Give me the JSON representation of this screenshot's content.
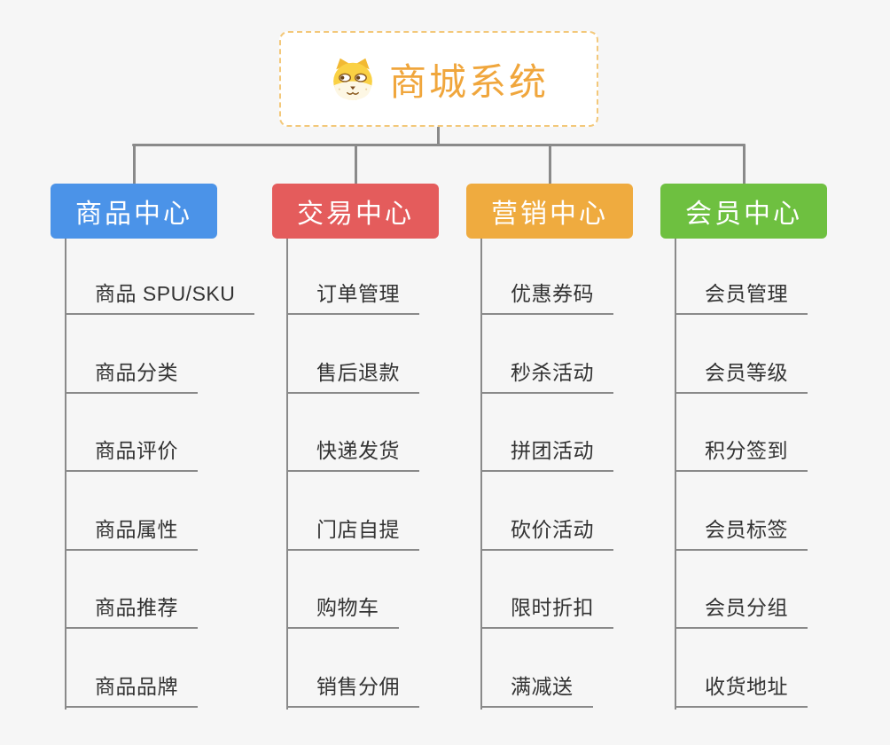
{
  "background_color": "#f6f6f6",
  "connector_color": "#8a8a8a",
  "root": {
    "title": "商城系统",
    "text_color": "#f0a63c",
    "border_color": "#f3c87a",
    "fill_color": "#ffffff",
    "icon": "dog-face-icon"
  },
  "branches": [
    {
      "label": "商品中心",
      "color": "#4b93e8",
      "children": [
        "商品 SPU/SKU",
        "商品分类",
        "商品评价",
        "商品属性",
        "商品推荐",
        "商品品牌"
      ]
    },
    {
      "label": "交易中心",
      "color": "#e45c5c",
      "children": [
        "订单管理",
        "售后退款",
        "快递发货",
        "门店自提",
        "购物车",
        "销售分佣"
      ]
    },
    {
      "label": "营销中心",
      "color": "#efab3f",
      "children": [
        "优惠券码",
        "秒杀活动",
        "拼团活动",
        "砍价活动",
        "限时折扣",
        "满减送"
      ]
    },
    {
      "label": "会员中心",
      "color": "#6ec040",
      "children": [
        "会员管理",
        "会员等级",
        "积分签到",
        "会员标签",
        "会员分组",
        "收货地址"
      ]
    }
  ],
  "leaf_text_color": "#333333"
}
